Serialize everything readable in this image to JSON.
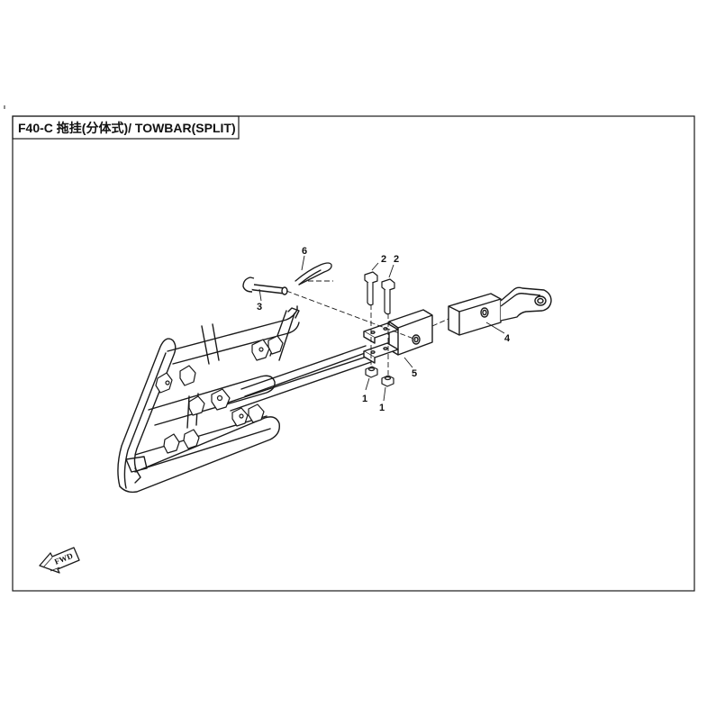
{
  "diagram": {
    "title": "F40-C 拖挂(分体式)/ TOWBAR(SPLIT)",
    "fwd_label": "FWD",
    "callouts": [
      {
        "id": "c1a",
        "label": "1"
      },
      {
        "id": "c1b",
        "label": "1"
      },
      {
        "id": "c2a",
        "label": "2"
      },
      {
        "id": "c2b",
        "label": "2"
      },
      {
        "id": "c3",
        "label": "3"
      },
      {
        "id": "c4",
        "label": "4"
      },
      {
        "id": "c5",
        "label": "5"
      },
      {
        "id": "c6",
        "label": "6"
      }
    ]
  },
  "colors": {
    "line": "#1a1a1a",
    "background": "#ffffff"
  }
}
